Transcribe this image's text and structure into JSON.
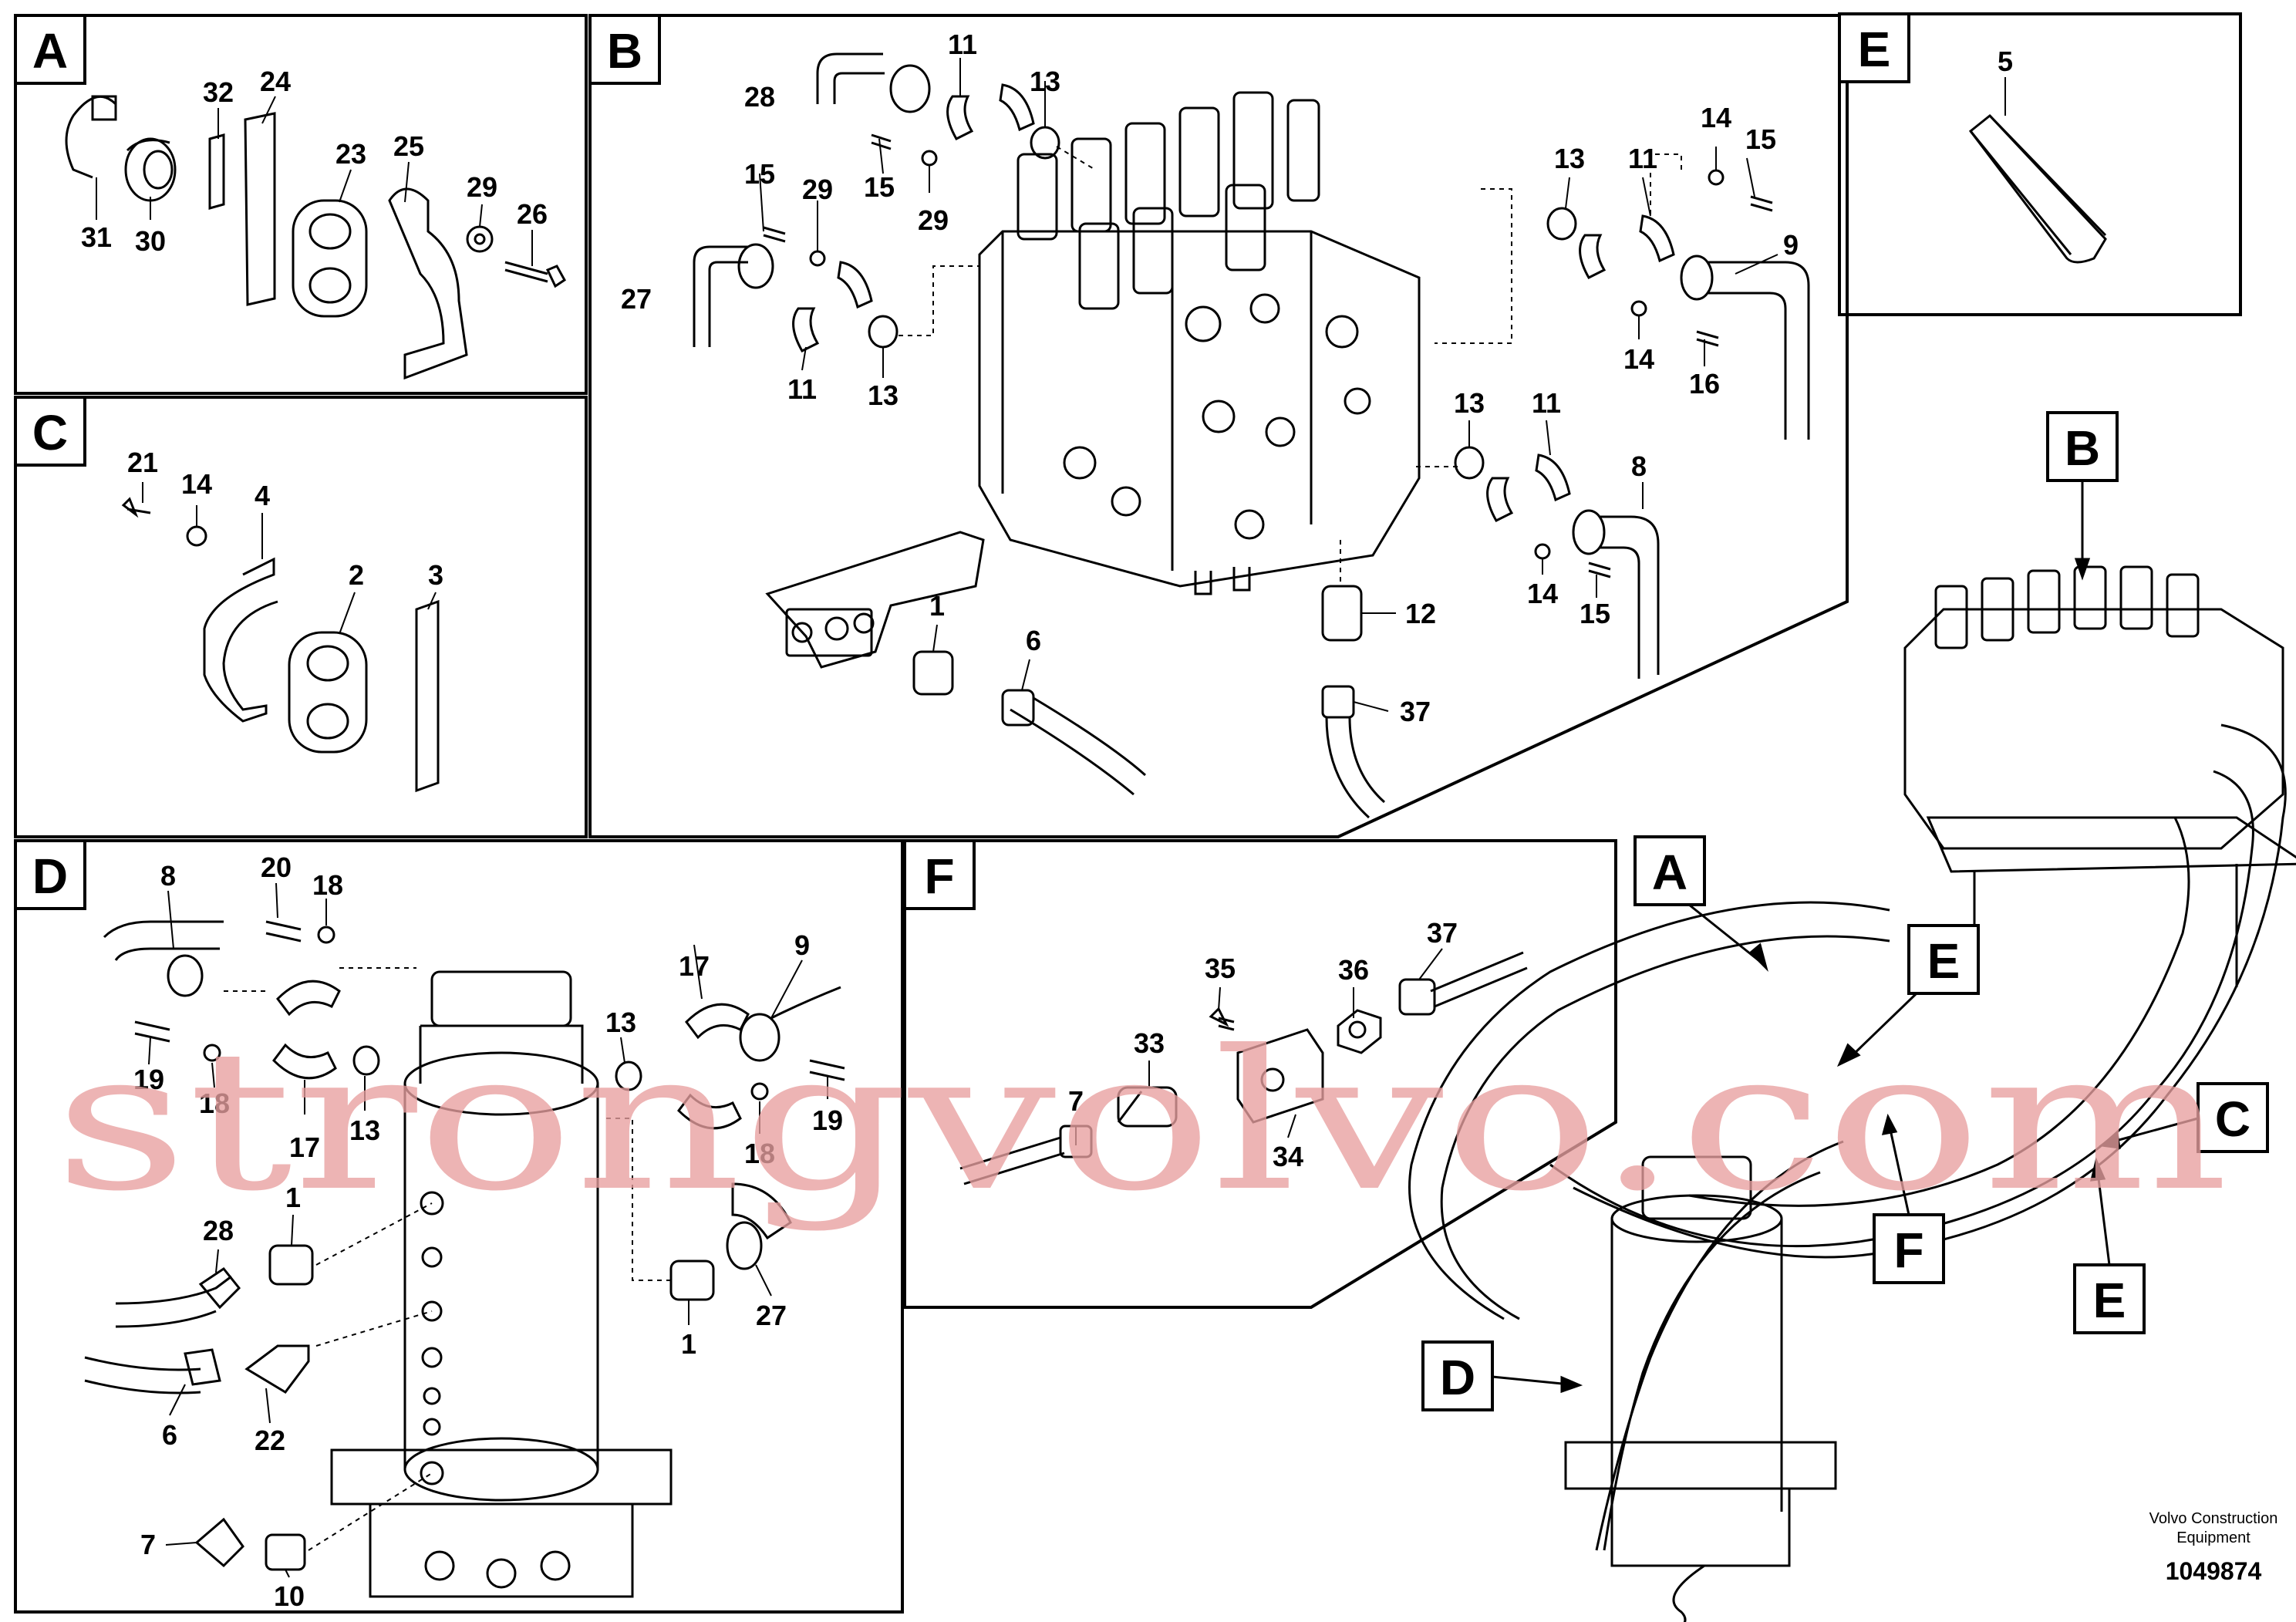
{
  "sections": {
    "A": {
      "letter": "A",
      "callouts": [
        "31",
        "30",
        "32",
        "24",
        "23",
        "25",
        "29",
        "26"
      ]
    },
    "B": {
      "letter": "B",
      "callouts": [
        "28",
        "11",
        "13",
        "15",
        "29",
        "15",
        "27",
        "11",
        "13",
        "13",
        "11",
        "14",
        "15",
        "9",
        "14",
        "16",
        "13",
        "11",
        "8",
        "14",
        "15",
        "1",
        "6",
        "12",
        "37",
        "29"
      ]
    },
    "C": {
      "letter": "C",
      "callouts": [
        "21",
        "14",
        "4",
        "2",
        "3"
      ]
    },
    "D": {
      "letter": "D",
      "callouts": [
        "8",
        "20",
        "18",
        "19",
        "18",
        "17",
        "13",
        "13",
        "17",
        "9",
        "19",
        "18",
        "1",
        "28",
        "6",
        "22",
        "1",
        "27",
        "7",
        "10"
      ]
    },
    "E": {
      "letter": "E",
      "callouts": [
        "5"
      ]
    },
    "F": {
      "letter": "F",
      "callouts": [
        "35",
        "36",
        "37",
        "33",
        "7",
        "34"
      ]
    }
  },
  "overview_labels": [
    "B",
    "A",
    "E",
    "C",
    "F",
    "E",
    "D"
  ],
  "footer": {
    "company_line1": "Volvo Construction",
    "company_line2": "Equipment",
    "drawing_number": "1049874"
  },
  "watermark": "strongvolvo.com"
}
